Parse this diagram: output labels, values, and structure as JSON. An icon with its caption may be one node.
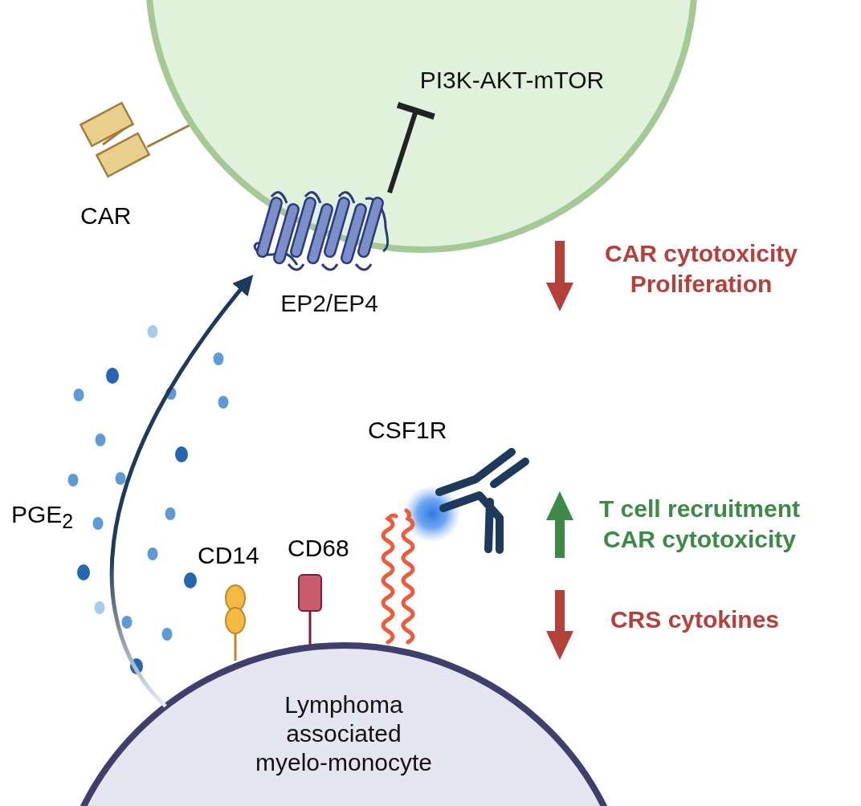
{
  "diagram": {
    "nodes": [
      {
        "text": [],
        "shape": "circle"
      },
      {
        "text": [
          "Lymphoma associated myelo-monocyte"
        ]
      },
      {
        "text": [
          "EP2/EP4"
        ]
      },
      {
        "text": [
          "PI3K-AKT-mTOR"
        ],
        "in": 0
      }
    ],
    "edges": [
      {
        "from": 1,
        "to": 2,
        "arrow": "to",
        "label": "PGE$_{2}$"
      },
      {
        "from": 2,
        "to": 3,
        "arrow": "other"
      }
    ],
    "labels": [
      "CAR",
      "CAR cytotoxicity Proliferation",
      "CSF1R",
      "T cell recruitment CAR cytotoxicity",
      "CD14",
      "CD68",
      "CRS cytokines"
    ]
  }
}
